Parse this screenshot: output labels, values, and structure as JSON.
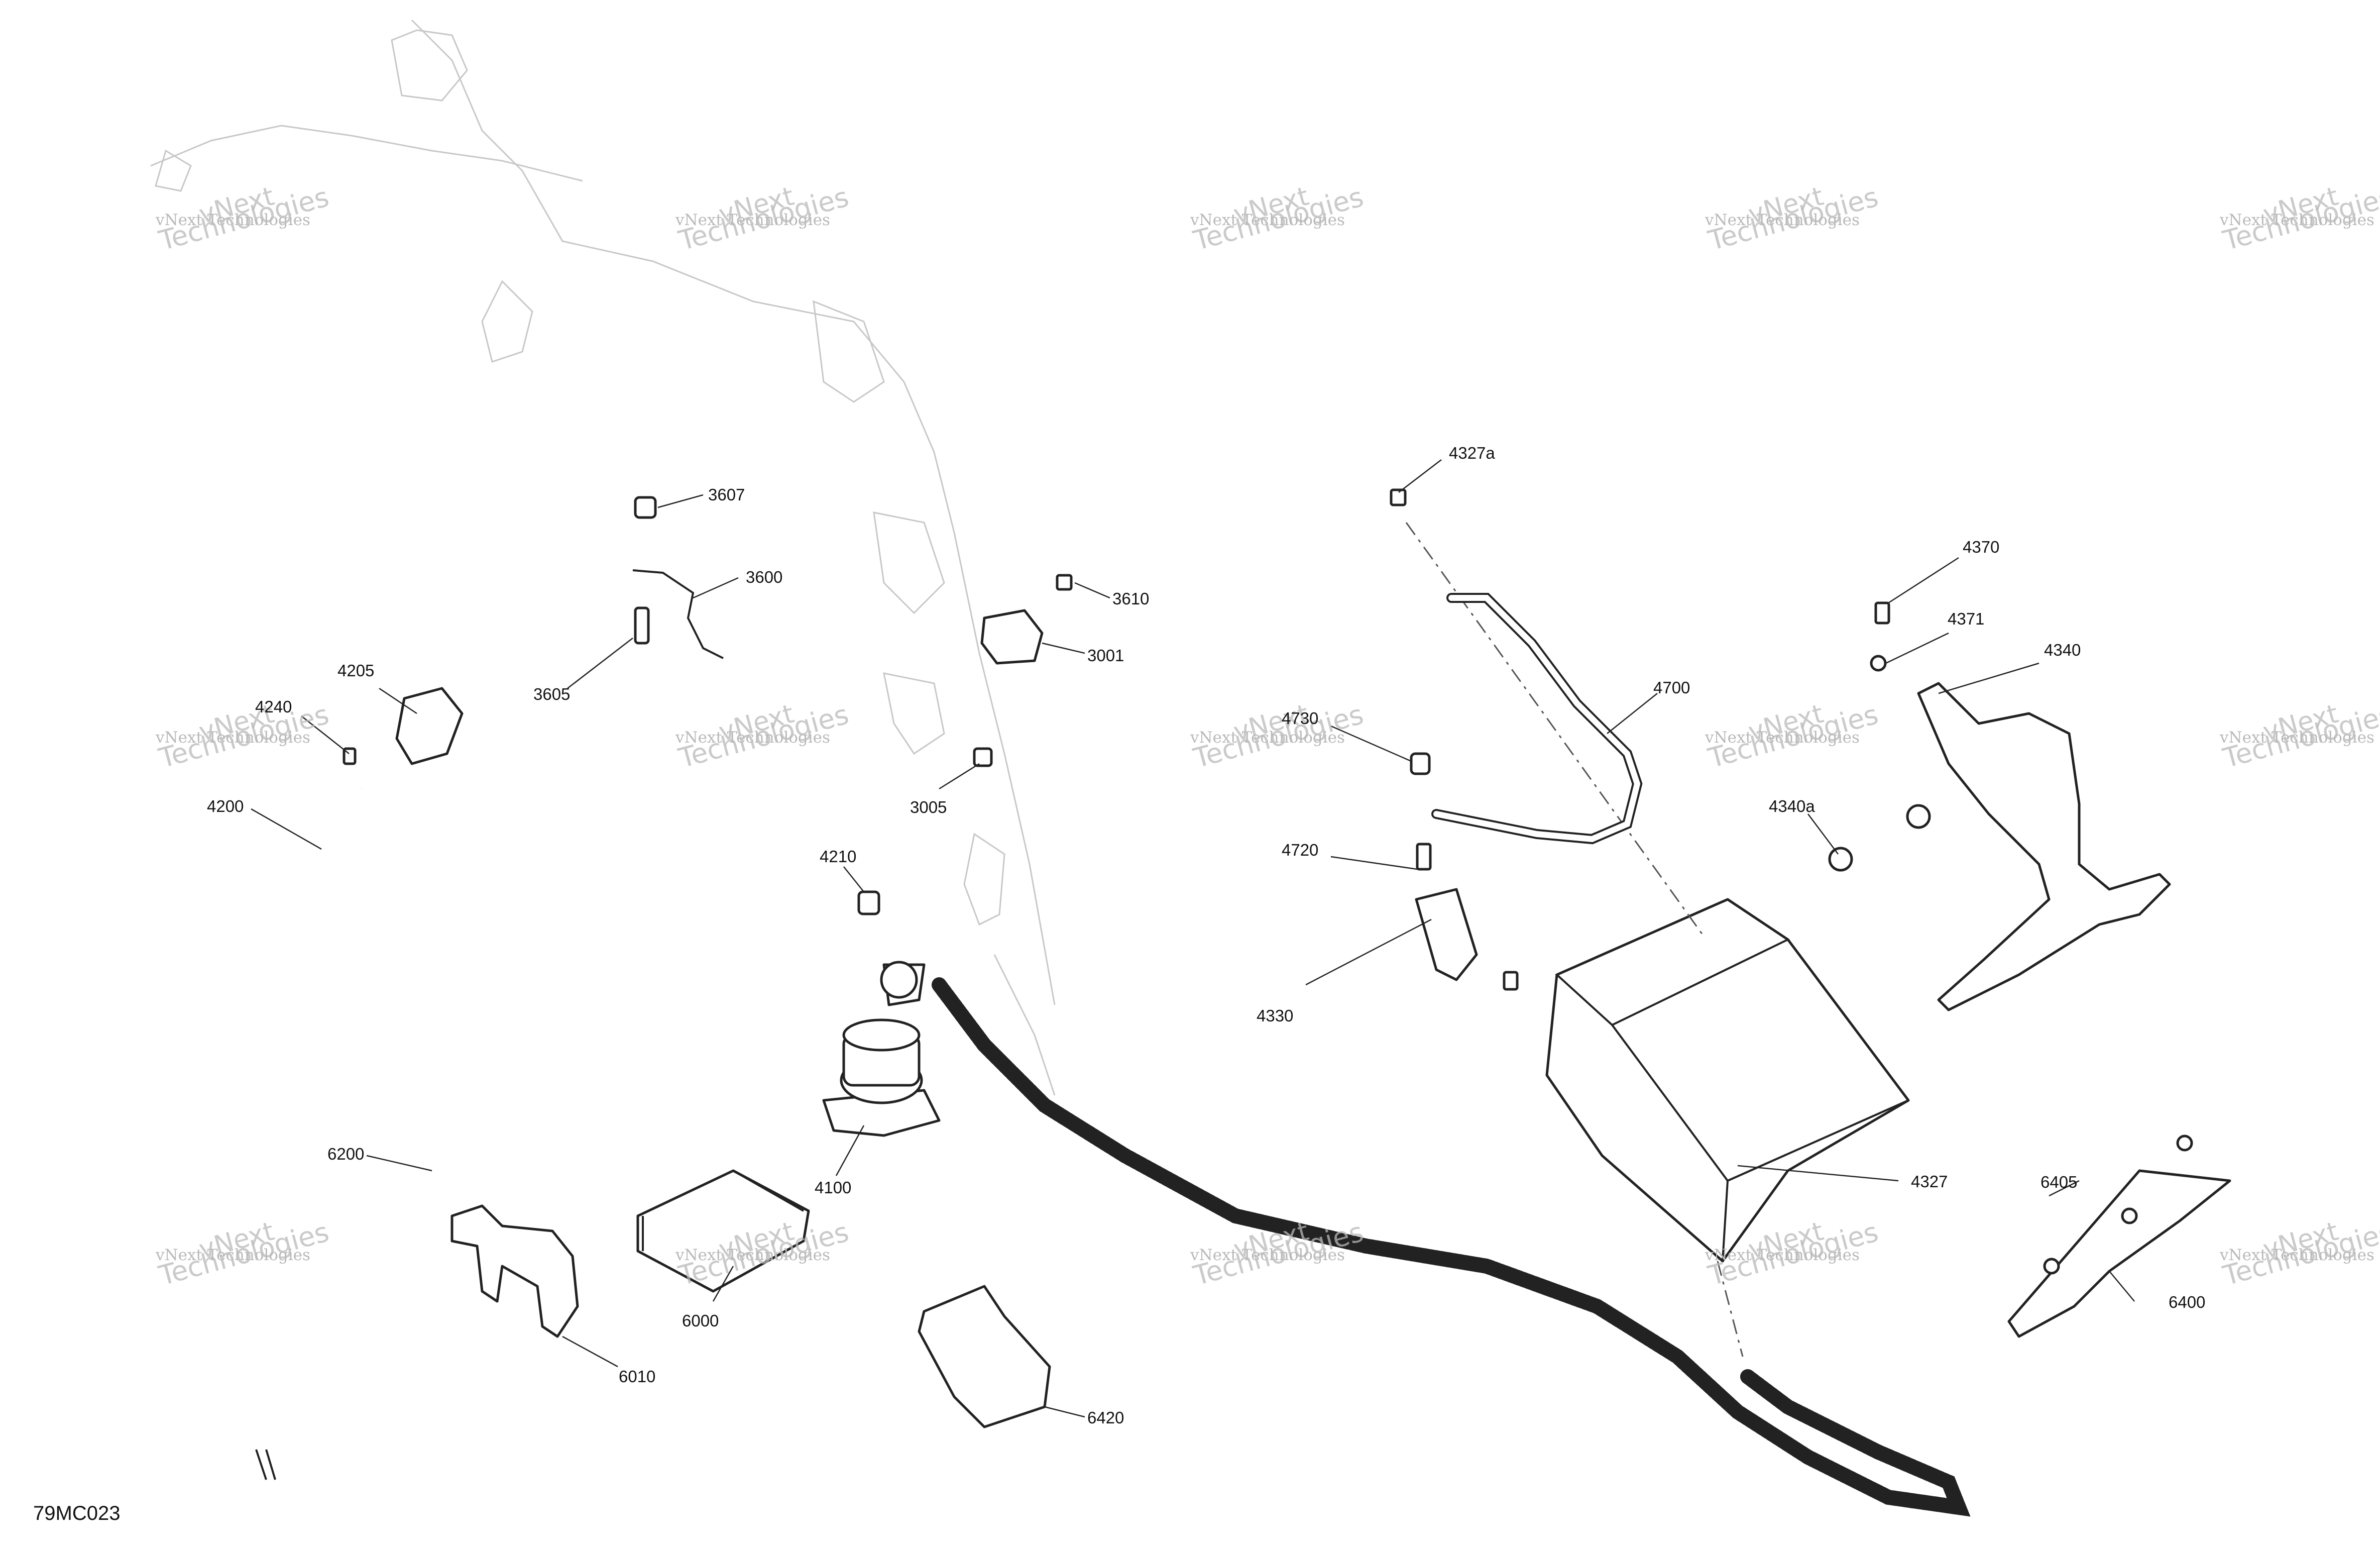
{
  "figure_code": "79MC023",
  "watermark": {
    "line1": "vNext Technologies",
    "line2": "Technologies",
    "line0": "vNext"
  },
  "callouts": {
    "c3607": "3607",
    "c3600": "3600",
    "c3605": "3605",
    "c3610": "3610",
    "c3001": "3001",
    "c3005": "3005",
    "c4205": "4205",
    "c4240": "4240",
    "c4200": "4200",
    "c4210": "4210",
    "c4100": "4100",
    "c6200": "6200",
    "c6010": "6010",
    "c6000": "6000",
    "c6420": "6420",
    "c4327a": "4327a",
    "c4700": "4700",
    "c4730": "4730",
    "c4720": "4720",
    "c4330": "4330",
    "c4327": "4327",
    "c4370": "4370",
    "c4371": "4371",
    "c4340": "4340",
    "c4340a": "4340a",
    "c6405": "6405",
    "c6400": "6400"
  },
  "colors": {
    "line": "#222222",
    "ghost": "#c8c8c8",
    "watermark": "#b9b9b9"
  }
}
